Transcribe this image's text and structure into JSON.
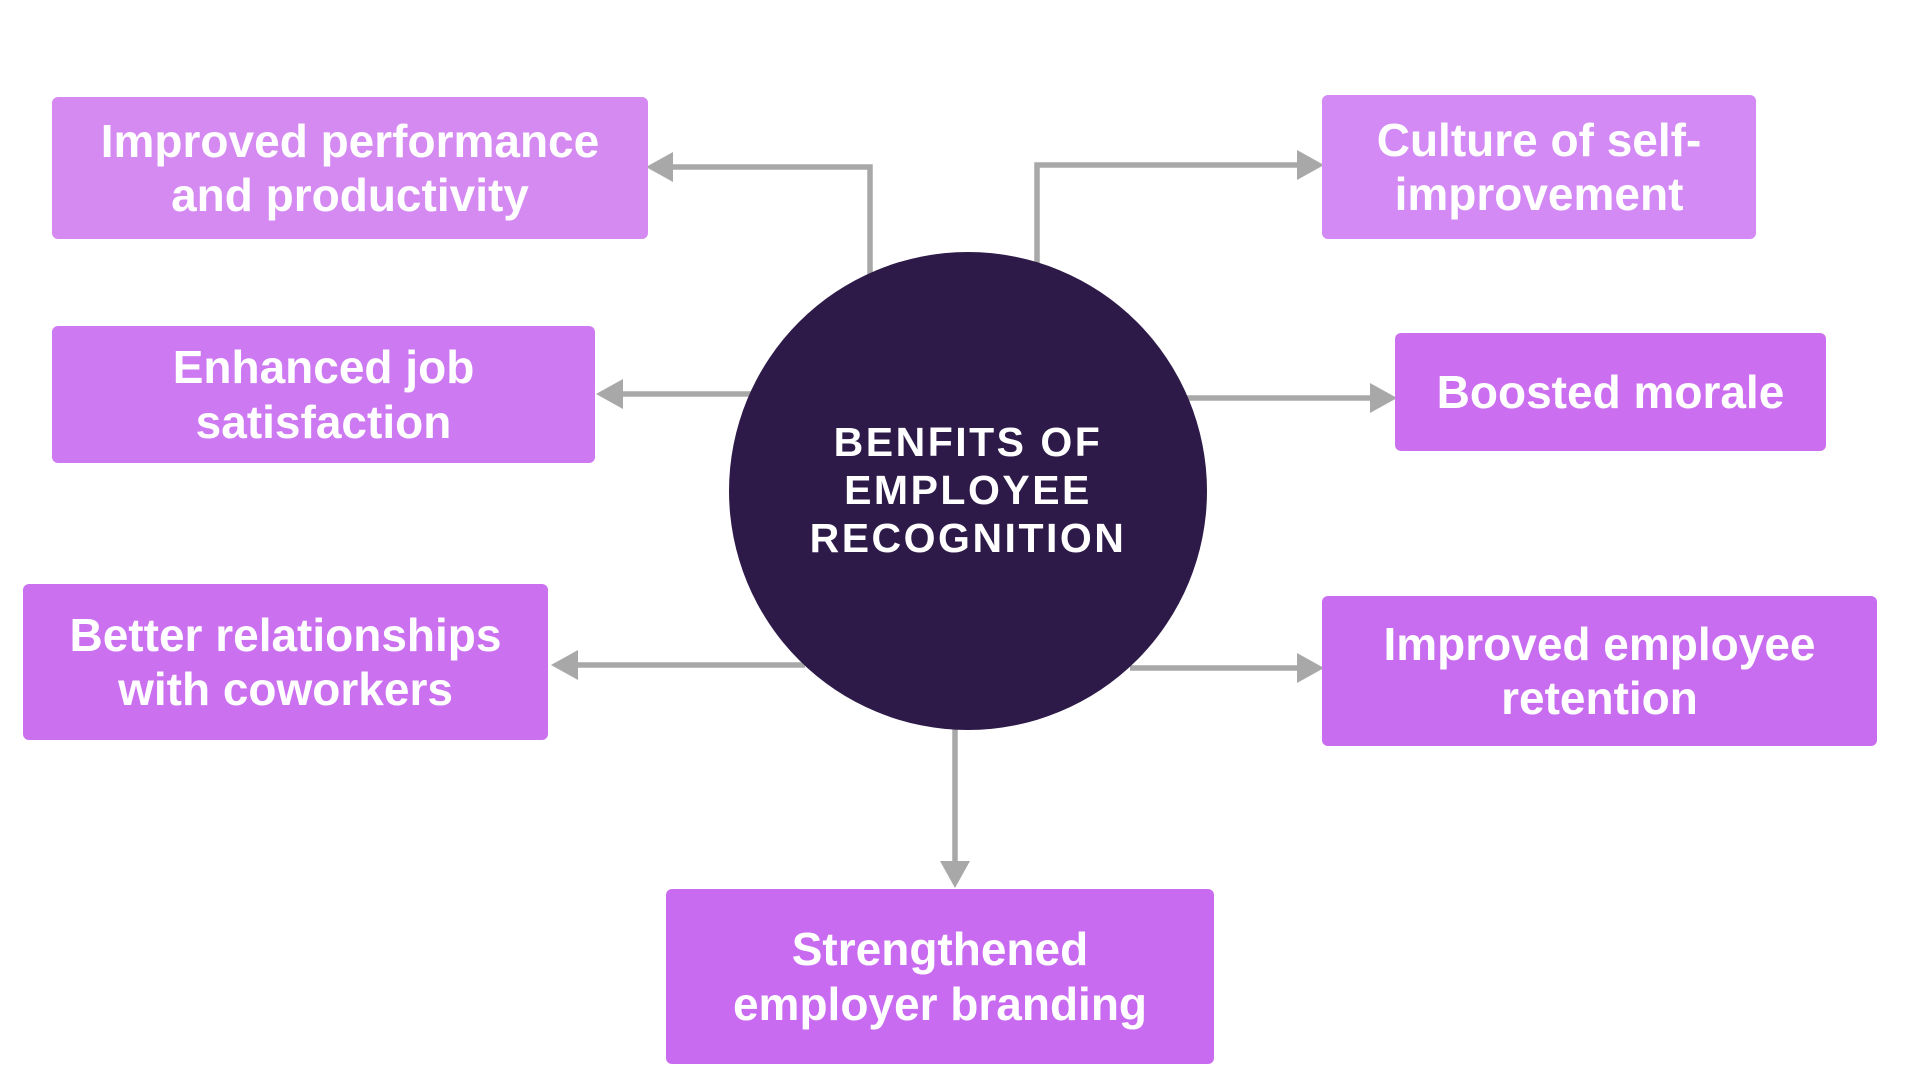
{
  "diagram": {
    "center": {
      "label": "BENFITS OF\nEMPLOYEE\nRECOGNITION",
      "bg_color": "#2e1a49",
      "text_color": "#ffffff"
    },
    "connector_color": "#a8a8a8",
    "benefits": [
      {
        "label": "Improved performance\nand productivity",
        "color": "#d58af2"
      },
      {
        "label": "Culture of self-\nimprovement",
        "color": "#d38af4"
      },
      {
        "label": "Enhanced job\nsatisfaction",
        "color": "#cd79f1"
      },
      {
        "label": "Boosted morale",
        "color": "#cb6ff0"
      },
      {
        "label": "Better relationships\nwith coworkers",
        "color": "#cb71f0"
      },
      {
        "label": "Improved employee\nretention",
        "color": "#c96df0"
      },
      {
        "label": "Strengthened\nemployer branding",
        "color": "#c96bf0"
      }
    ]
  }
}
